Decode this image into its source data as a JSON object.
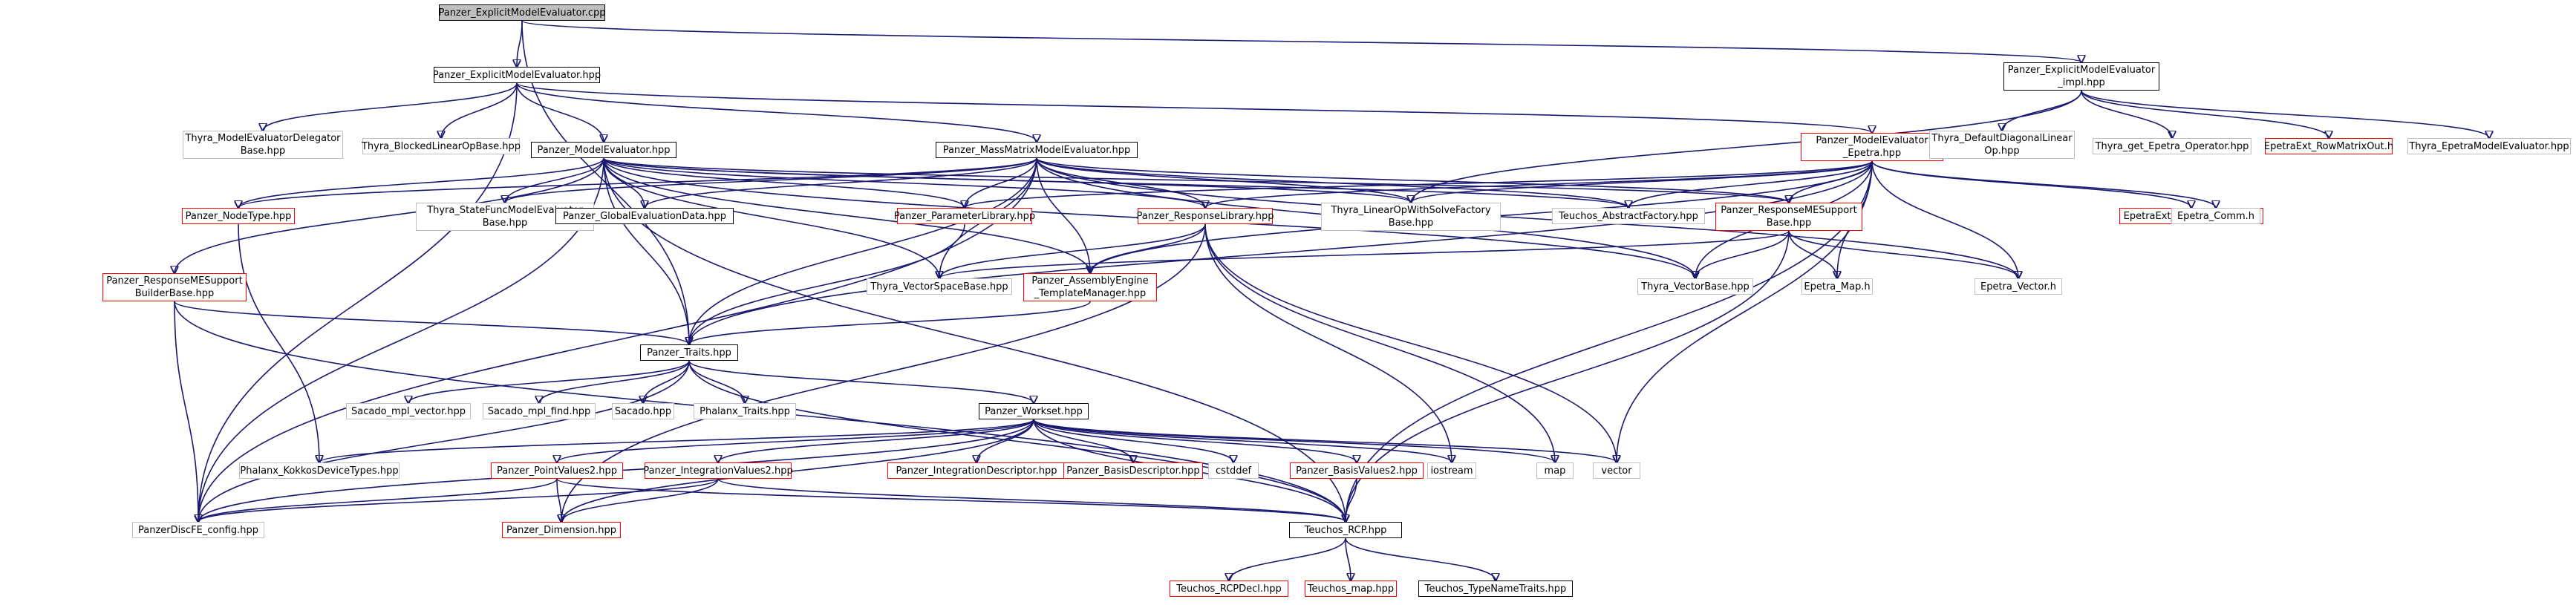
{
  "colors": {
    "edge": "#191970",
    "border_black": "#000000",
    "border_gray": "#bfbfbf",
    "border_red": "#ff0000",
    "root_fill": "#bfbfbf"
  },
  "nodes": [
    {
      "id": "root",
      "label": "Panzer_ExplicitModelEvaluator.cpp",
      "style": "root"
    },
    {
      "id": "eme",
      "label": "Panzer_ExplicitModelEvaluator.hpp",
      "style": "black"
    },
    {
      "id": "emeimpl",
      "label": "Panzer_ExplicitModelEvaluator\n_impl.hpp",
      "style": "black"
    },
    {
      "id": "thymed",
      "label": "Thyra_ModelEvaluatorDelegator\nBase.hpp",
      "style": "gray"
    },
    {
      "id": "thyblo",
      "label": "Thyra_BlockedLinearOpBase.hpp",
      "style": "gray"
    },
    {
      "id": "me",
      "label": "Panzer_ModelEvaluator.hpp",
      "style": "black"
    },
    {
      "id": "mmme",
      "label": "Panzer_MassMatrixModelEvaluator.hpp",
      "style": "black"
    },
    {
      "id": "meep",
      "label": "Panzer_ModelEvaluator\n_Epetra.hpp",
      "style": "red"
    },
    {
      "id": "thydefdiag",
      "label": "Thyra_DefaultDiagonalLinear\nOp.hpp",
      "style": "gray"
    },
    {
      "id": "thygetep",
      "label": "Thyra_get_Epetra_Operator.hpp",
      "style": "gray"
    },
    {
      "id": "eprowmat",
      "label": "EpetraExt_RowMatrixOut.h",
      "style": "red"
    },
    {
      "id": "thyepme",
      "label": "Thyra_EpetraModelEvaluator.hpp",
      "style": "gray"
    },
    {
      "id": "nodetype",
      "label": "Panzer_NodeType.hpp",
      "style": "red"
    },
    {
      "id": "thystate",
      "label": "Thyra_StateFuncModelEvaluator\nBase.hpp",
      "style": "gray"
    },
    {
      "id": "globeval",
      "label": "Panzer_GlobalEvaluationData.hpp",
      "style": "black"
    },
    {
      "id": "paramlib",
      "label": "Panzer_ParameterLibrary.hpp",
      "style": "red"
    },
    {
      "id": "resplib",
      "label": "Panzer_ResponseLibrary.hpp",
      "style": "red"
    },
    {
      "id": "thylows",
      "label": "Thyra_LinearOpWithSolveFactory\nBase.hpp",
      "style": "gray"
    },
    {
      "id": "teuabs",
      "label": "Teuchos_AbstractFactory.hpp",
      "style": "gray"
    },
    {
      "id": "respmes",
      "label": "Panzer_ResponseMESupport\nBase.hpp",
      "style": "red"
    },
    {
      "id": "epextme",
      "label": "EpetraExt_ModelEvaluator.h",
      "style": "red"
    },
    {
      "id": "epcomm",
      "label": "Epetra_Comm.h",
      "style": "gray"
    },
    {
      "id": "respbuild",
      "label": "Panzer_ResponseMESupport\nBuilderBase.hpp",
      "style": "red"
    },
    {
      "id": "thyvs",
      "label": "Thyra_VectorSpaceBase.hpp",
      "style": "gray"
    },
    {
      "id": "asseng",
      "label": "Panzer_AssemblyEngine\n_TemplateManager.hpp",
      "style": "red"
    },
    {
      "id": "thyvec",
      "label": "Thyra_VectorBase.hpp",
      "style": "gray"
    },
    {
      "id": "epmap",
      "label": "Epetra_Map.h",
      "style": "gray"
    },
    {
      "id": "epvec",
      "label": "Epetra_Vector.h",
      "style": "gray"
    },
    {
      "id": "traits",
      "label": "Panzer_Traits.hpp",
      "style": "black"
    },
    {
      "id": "sacmplvec",
      "label": "Sacado_mpl_vector.hpp",
      "style": "gray"
    },
    {
      "id": "sacmplfind",
      "label": "Sacado_mpl_find.hpp",
      "style": "gray"
    },
    {
      "id": "sacado",
      "label": "Sacado.hpp",
      "style": "gray"
    },
    {
      "id": "phxtraits",
      "label": "Phalanx_Traits.hpp",
      "style": "gray"
    },
    {
      "id": "workset",
      "label": "Panzer_Workset.hpp",
      "style": "black"
    },
    {
      "id": "phxkokkos",
      "label": "Phalanx_KokkosDeviceTypes.hpp",
      "style": "gray"
    },
    {
      "id": "pointval",
      "label": "Panzer_PointValues2.hpp",
      "style": "red"
    },
    {
      "id": "intval",
      "label": "Panzer_IntegrationValues2.hpp",
      "style": "red"
    },
    {
      "id": "intdesc",
      "label": "Panzer_IntegrationDescriptor.hpp",
      "style": "red"
    },
    {
      "id": "basisdesc",
      "label": "Panzer_BasisDescriptor.hpp",
      "style": "red"
    },
    {
      "id": "cstddef",
      "label": "cstddef",
      "style": "gray"
    },
    {
      "id": "basisval",
      "label": "Panzer_BasisValues2.hpp",
      "style": "red"
    },
    {
      "id": "iostream",
      "label": "iostream",
      "style": "gray"
    },
    {
      "id": "map",
      "label": "map",
      "style": "gray"
    },
    {
      "id": "vector",
      "label": "vector",
      "style": "gray"
    },
    {
      "id": "discfe",
      "label": "PanzerDiscFE_config.hpp",
      "style": "gray"
    },
    {
      "id": "dimension",
      "label": "Panzer_Dimension.hpp",
      "style": "red"
    },
    {
      "id": "teurcp",
      "label": "Teuchos_RCP.hpp",
      "style": "black"
    },
    {
      "id": "teurcpdecl",
      "label": "Teuchos_RCPDecl.hpp",
      "style": "red"
    },
    {
      "id": "teumap",
      "label": "Teuchos_map.hpp",
      "style": "red"
    },
    {
      "id": "teutype",
      "label": "Teuchos_TypeNameTraits.hpp",
      "style": "black"
    }
  ],
  "edges": [
    [
      "root",
      "eme"
    ],
    [
      "root",
      "emeimpl"
    ],
    [
      "root",
      "traits"
    ],
    [
      "eme",
      "thymed"
    ],
    [
      "eme",
      "thyblo"
    ],
    [
      "eme",
      "me"
    ],
    [
      "eme",
      "mmme"
    ],
    [
      "eme",
      "meep"
    ],
    [
      "eme",
      "discfe"
    ],
    [
      "emeimpl",
      "thydefdiag"
    ],
    [
      "emeimpl",
      "thygetep"
    ],
    [
      "emeimpl",
      "eprowmat"
    ],
    [
      "emeimpl",
      "thyepme"
    ],
    [
      "emeimpl",
      "thylows"
    ],
    [
      "me",
      "nodetype"
    ],
    [
      "me",
      "thystate"
    ],
    [
      "me",
      "globeval"
    ],
    [
      "me",
      "paramlib"
    ],
    [
      "me",
      "resplib"
    ],
    [
      "me",
      "thylows"
    ],
    [
      "me",
      "teuabs"
    ],
    [
      "me",
      "respmes"
    ],
    [
      "me",
      "respbuild"
    ],
    [
      "me",
      "thyvs"
    ],
    [
      "me",
      "asseng"
    ],
    [
      "me",
      "thyvec"
    ],
    [
      "me",
      "traits"
    ],
    [
      "me",
      "teurcp"
    ],
    [
      "me",
      "discfe"
    ],
    [
      "mmme",
      "nodetype"
    ],
    [
      "mmme",
      "thystate"
    ],
    [
      "mmme",
      "globeval"
    ],
    [
      "mmme",
      "paramlib"
    ],
    [
      "mmme",
      "resplib"
    ],
    [
      "mmme",
      "thylows"
    ],
    [
      "mmme",
      "teuabs"
    ],
    [
      "mmme",
      "respmes"
    ],
    [
      "mmme",
      "thyvs"
    ],
    [
      "mmme",
      "asseng"
    ],
    [
      "mmme",
      "thyvec"
    ],
    [
      "mmme",
      "traits"
    ],
    [
      "mmme",
      "epvec"
    ],
    [
      "mmme",
      "discfe"
    ],
    [
      "meep",
      "paramlib"
    ],
    [
      "meep",
      "resplib"
    ],
    [
      "meep",
      "thylows"
    ],
    [
      "meep",
      "teuabs"
    ],
    [
      "meep",
      "respmes"
    ],
    [
      "meep",
      "epextme"
    ],
    [
      "meep",
      "epcomm"
    ],
    [
      "meep",
      "asseng"
    ],
    [
      "meep",
      "thyvec"
    ],
    [
      "meep",
      "epmap"
    ],
    [
      "meep",
      "epvec"
    ],
    [
      "meep",
      "traits"
    ],
    [
      "meep",
      "vector"
    ],
    [
      "meep",
      "teurcp"
    ],
    [
      "nodetype",
      "phxkokkos"
    ],
    [
      "paramlib",
      "traits"
    ],
    [
      "resplib",
      "asseng"
    ],
    [
      "resplib",
      "thyvs"
    ],
    [
      "resplib",
      "iostream"
    ],
    [
      "resplib",
      "map"
    ],
    [
      "resplib",
      "vector"
    ],
    [
      "resplib",
      "dimension"
    ],
    [
      "respmes",
      "thyvec"
    ],
    [
      "respmes",
      "epmap"
    ],
    [
      "respmes",
      "epvec"
    ],
    [
      "respmes",
      "thyvs"
    ],
    [
      "respmes",
      "teurcp"
    ],
    [
      "respbuild",
      "traits"
    ],
    [
      "respbuild",
      "discfe"
    ],
    [
      "respbuild",
      "teurcp"
    ],
    [
      "asseng",
      "traits"
    ],
    [
      "traits",
      "sacmplvec"
    ],
    [
      "traits",
      "sacmplfind"
    ],
    [
      "traits",
      "sacado"
    ],
    [
      "traits",
      "phxtraits"
    ],
    [
      "traits",
      "workset"
    ],
    [
      "traits",
      "discfe"
    ],
    [
      "traits",
      "teurcp"
    ],
    [
      "workset",
      "phxkokkos"
    ],
    [
      "workset",
      "pointval"
    ],
    [
      "workset",
      "intval"
    ],
    [
      "workset",
      "intdesc"
    ],
    [
      "workset",
      "basisdesc"
    ],
    [
      "workset",
      "cstddef"
    ],
    [
      "workset",
      "basisval"
    ],
    [
      "workset",
      "iostream"
    ],
    [
      "workset",
      "map"
    ],
    [
      "workset",
      "vector"
    ],
    [
      "workset",
      "dimension"
    ],
    [
      "workset",
      "teurcp"
    ],
    [
      "workset",
      "discfe"
    ],
    [
      "pointval",
      "dimension"
    ],
    [
      "pointval",
      "discfe"
    ],
    [
      "pointval",
      "teurcp"
    ],
    [
      "intval",
      "dimension"
    ],
    [
      "intval",
      "discfe"
    ],
    [
      "intval",
      "teurcp"
    ],
    [
      "basisval",
      "teurcp"
    ],
    [
      "teurcp",
      "teurcpdecl"
    ],
    [
      "teurcp",
      "teumap"
    ],
    [
      "teurcp",
      "teutype"
    ]
  ]
}
